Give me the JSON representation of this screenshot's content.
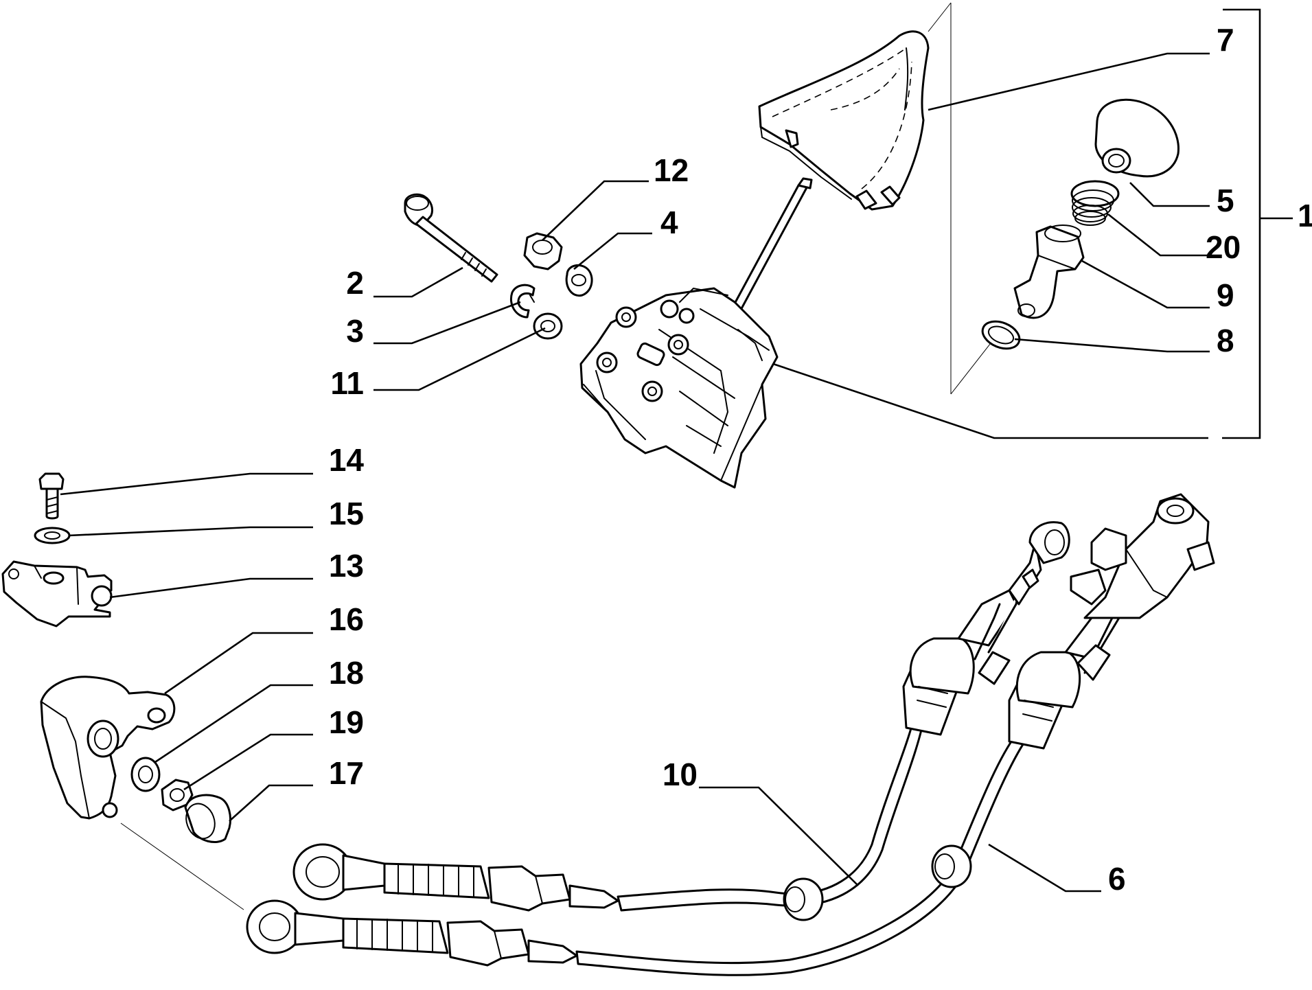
{
  "callouts": {
    "c1": "1",
    "c2": "2",
    "c3": "3",
    "c4": "4",
    "c5": "5",
    "c6": "6",
    "c7": "7",
    "c8": "8",
    "c9": "9",
    "c10": "10",
    "c11": "11",
    "c12": "12",
    "c13": "13",
    "c14": "14",
    "c15": "15",
    "c16": "16",
    "c17": "17",
    "c18": "18",
    "c19": "19",
    "c20": "20"
  }
}
